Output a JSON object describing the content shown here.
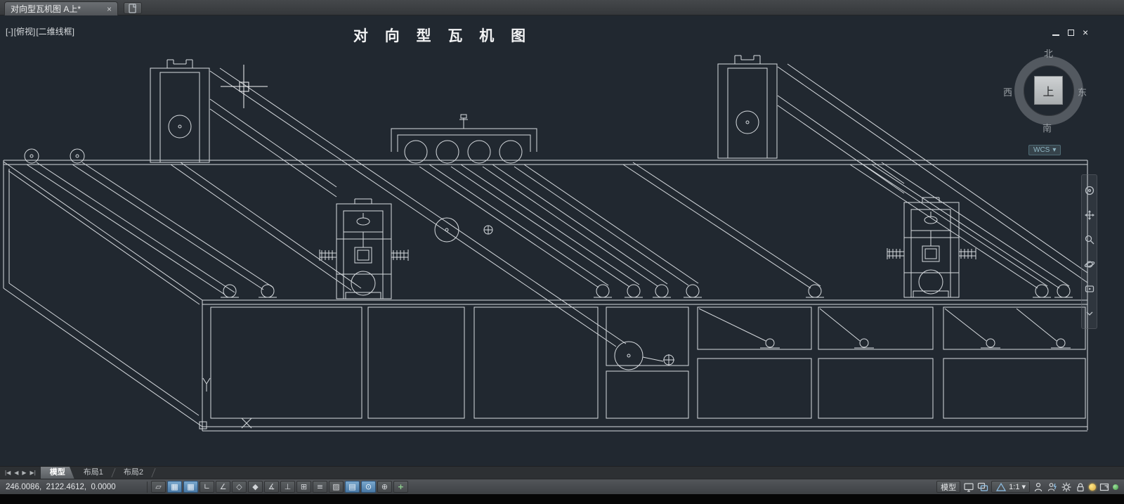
{
  "colors": {
    "canvas_bg": "#212830",
    "line": "#d7dbdf",
    "toggle_active_blue": "#4878a5",
    "bulb_yellow": "#e8c152"
  },
  "tab_bar": {
    "tab_title": "对向型瓦机图  A上*",
    "close_glyph": "×"
  },
  "canvas": {
    "viewport_controls": [
      "[-]",
      "[俯视]",
      "[二维线框]"
    ],
    "drawing_title": "对 向 型 瓦 机 图"
  },
  "window_controls": {
    "minimize": "—",
    "restore": "❐",
    "close": "×"
  },
  "viewcube": {
    "north": "北",
    "south": "南",
    "east": "东",
    "west": "西",
    "top": "上",
    "wcs_label": "WCS",
    "wcs_arrow": "▾"
  },
  "navbar_icons": [
    "full-navigation-wheel",
    "pan",
    "zoom",
    "orbit",
    "show-motion",
    "navbar-menu"
  ],
  "layout_tabs": {
    "nav": [
      "|◀",
      "◀",
      "▶",
      "▶|"
    ],
    "tabs": [
      {
        "label": "模型",
        "active": true
      },
      {
        "label": "布局1",
        "active": false
      },
      {
        "label": "布局2",
        "active": false
      }
    ]
  },
  "status_bar": {
    "coordinates": "246.0086,  2122.4612,  0.0000",
    "toggles": [
      {
        "name": "infer-constraints",
        "glyph": "▱",
        "active": false
      },
      {
        "name": "snap-mode",
        "glyph": "▦",
        "active": true
      },
      {
        "name": "grid-display",
        "glyph": "▦",
        "active": true
      },
      {
        "name": "ortho-mode",
        "glyph": "∟",
        "active": false
      },
      {
        "name": "polar-tracking",
        "glyph": "∠",
        "active": false
      },
      {
        "name": "object-snap",
        "glyph": "◇",
        "active": false
      },
      {
        "name": "3d-object-snap",
        "glyph": "◆",
        "active": false
      },
      {
        "name": "object-snap-tracking",
        "glyph": "∡",
        "active": false
      },
      {
        "name": "dynamic-ucs",
        "glyph": "⊥",
        "active": false
      },
      {
        "name": "dynamic-input",
        "glyph": "⊞",
        "active": false
      },
      {
        "name": "lineweight",
        "glyph": "≡",
        "active": false
      },
      {
        "name": "transparency",
        "glyph": "▨",
        "active": false
      },
      {
        "name": "quick-properties",
        "glyph": "▤",
        "active": true
      },
      {
        "name": "selection-cycling",
        "glyph": "⊙",
        "active": true
      },
      {
        "name": "annotation-monitor",
        "glyph": "⊕",
        "active": false
      },
      {
        "name": "add-toggle",
        "glyph": "+",
        "active": false
      }
    ],
    "right": {
      "model_label": "模型",
      "scale_value": "1:1",
      "scale_arrow": "▾",
      "icons": [
        "quick-view-layouts",
        "quick-view-drawings",
        "annotation-scale",
        "annotation-visibility",
        "auto-annotation",
        "workspace-switching",
        "toolbar-lock",
        "isolate-objects",
        "clean-screen",
        "status-indicator"
      ]
    }
  }
}
